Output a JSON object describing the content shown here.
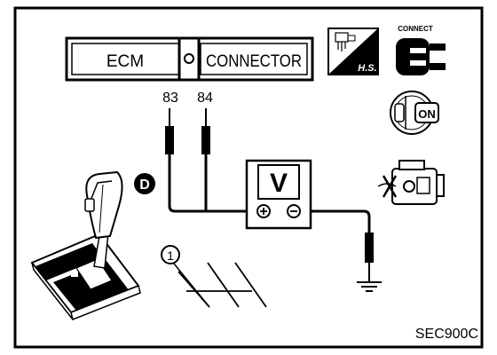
{
  "connector": {
    "left_label": "ECM",
    "right_label": "CONNECTOR"
  },
  "pins": [
    "83",
    "84"
  ],
  "meter": {
    "label": "V",
    "plus_symbol": "⊕",
    "minus_symbol": "⊖"
  },
  "icons": {
    "harness_side_text": "H.S.",
    "connect_text": "CONNECT",
    "ignition_text": "ON"
  },
  "shift_position": "D",
  "callout_number": "1",
  "figure_code": "SEC900C"
}
